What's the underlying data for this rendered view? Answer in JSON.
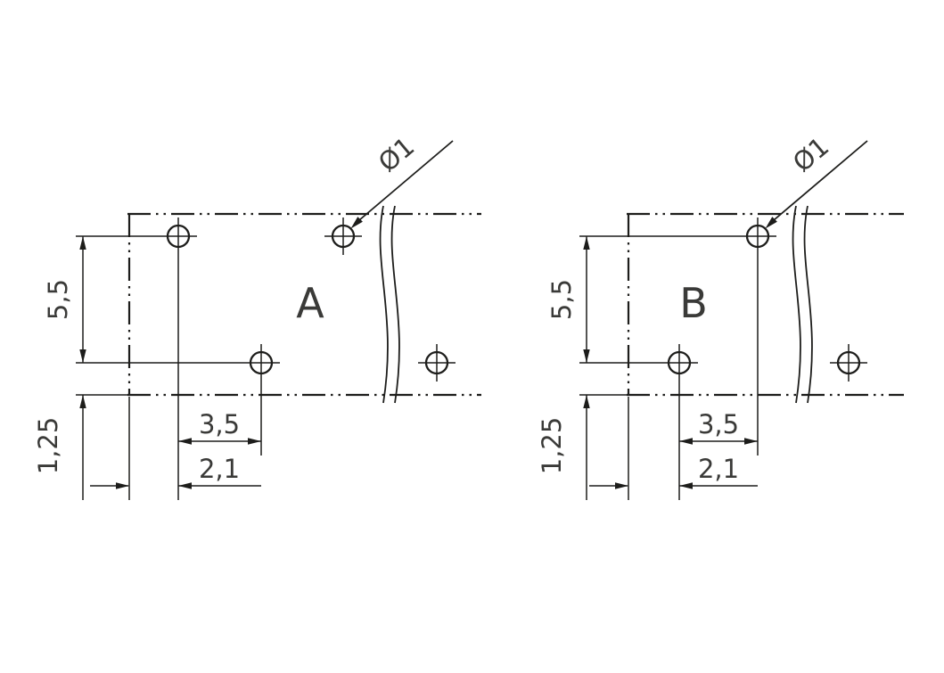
{
  "colors": {
    "line": "#1d1d1b",
    "text": "#3a3a38",
    "background": "#ffffff"
  },
  "diagrams": [
    {
      "label": "A",
      "hole_callout": "Ø1",
      "dims": {
        "row_spacing": "5,5",
        "edge_offset": "1,25",
        "stagger": "3,5",
        "edge_to_hole": "2,1"
      }
    },
    {
      "label": "B",
      "hole_callout": "Ø1",
      "dims": {
        "row_spacing": "5,5",
        "edge_offset": "1,25",
        "stagger": "3,5",
        "edge_to_hole": "2,1"
      }
    }
  ]
}
